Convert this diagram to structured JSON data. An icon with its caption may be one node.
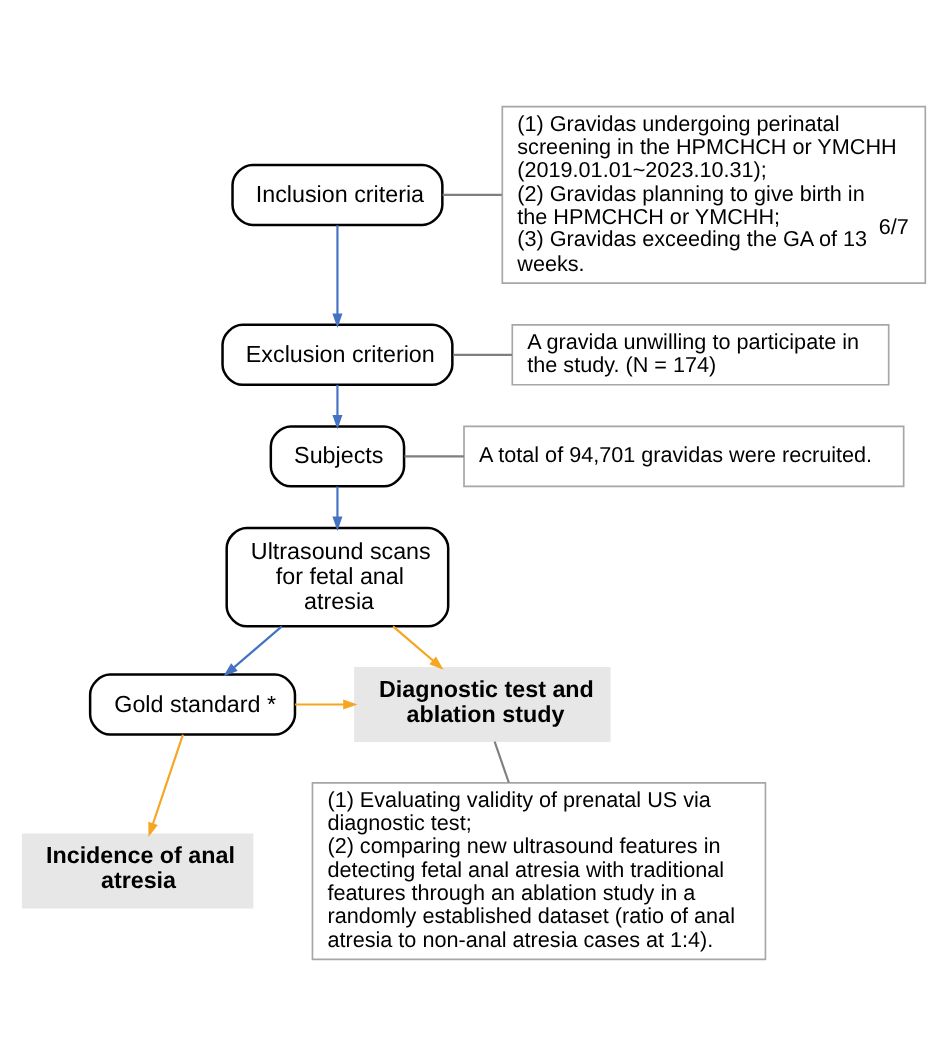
{
  "diagram": {
    "nodes": [
      {
        "text": [
          "Inclusion criteria"
        ]
      },
      {
        "text": [
          "(1) Gravidas undergoing perinatal screening in the HPMCHCH or YMCHH (2019.01.01~2023.10.31);",
          "(2) Gravidas planning to give birth in the HPMCHCH or YMCHH;",
          "(3) Gravidas exceeding the GA of 13$^{6/7}$ weeks."
        ]
      },
      {
        "text": [
          "Exclusion criterion"
        ]
      },
      {
        "text": [
          "A gravida unwilling to participate in the study. (N = 174)"
        ]
      },
      {
        "text": [
          "Subjects"
        ]
      },
      {
        "text": [
          "A total of 94,701 gravidas were recruited."
        ]
      },
      {
        "text": [
          "Ultrasound scans for fetal anal atresia"
        ]
      },
      {
        "text": [
          "Gold standard *"
        ]
      },
      {
        "text": [
          "Diagnostic test and ablation study"
        ]
      },
      {
        "text": [
          "(1) Evaluating validity of prenatal US via diagnostic test;",
          "(2) comparing new ultrasound features in detecting fetal anal atresia with traditional features through an ablation study in a randomly established dataset (ratio of anal atresia to non-anal atresia cases at 1:4)."
        ]
      },
      {
        "text": [
          "Incidence of anal atresia"
        ]
      }
    ],
    "edges": [
      {
        "from": 0,
        "to": 1,
        "arrow": "none",
        "color": "#7f7f7f"
      },
      {
        "from": 0,
        "to": 2,
        "arrow": "to",
        "color": "#4472c4"
      },
      {
        "from": 2,
        "to": 3,
        "arrow": "none",
        "color": "#7f7f7f"
      },
      {
        "from": 2,
        "to": 4,
        "arrow": "to",
        "color": "#4472c4"
      },
      {
        "from": 4,
        "to": 5,
        "arrow": "none",
        "color": "#7f7f7f"
      },
      {
        "from": 4,
        "to": 6,
        "arrow": "to",
        "color": "#4472c4"
      },
      {
        "from": 6,
        "to": 7,
        "arrow": "to",
        "color": "#4472c4"
      },
      {
        "from": 6,
        "to": 8,
        "arrow": "to",
        "color": "#f5a623"
      },
      {
        "from": 7,
        "to": 8,
        "arrow": "to",
        "color": "#f5a623"
      },
      {
        "from": 7,
        "to": 10,
        "arrow": "to",
        "color": "#f5a623"
      },
      {
        "from": 8,
        "to": 9,
        "arrow": "none",
        "color": "#7f7f7f"
      }
    ]
  }
}
